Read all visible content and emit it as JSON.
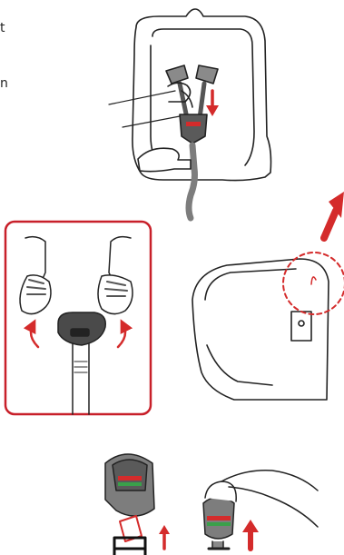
{
  "edge_text": {
    "top_fragment": "t",
    "mid_fragment": "n"
  },
  "colors": {
    "accent": "#d42b2b",
    "line": "#222222",
    "buckle_dark": "#5a5a5a",
    "buckle_mid": "#7d7d7d",
    "strap_gray": "#8a8a8a",
    "green_band": "#3aa04a",
    "inset_border": "#c8202a"
  },
  "figures": [
    {
      "name": "seat-front-view",
      "description_icon": "car-seat-harness-icon"
    },
    {
      "name": "hands-open-buckle-inset",
      "description_icon": "hands-buckle-icon"
    },
    {
      "name": "seat-side-view",
      "description_icon": "car-seat-side-icon"
    },
    {
      "name": "buckle-detail-sequence",
      "description_icon": "buckle-icon"
    }
  ]
}
